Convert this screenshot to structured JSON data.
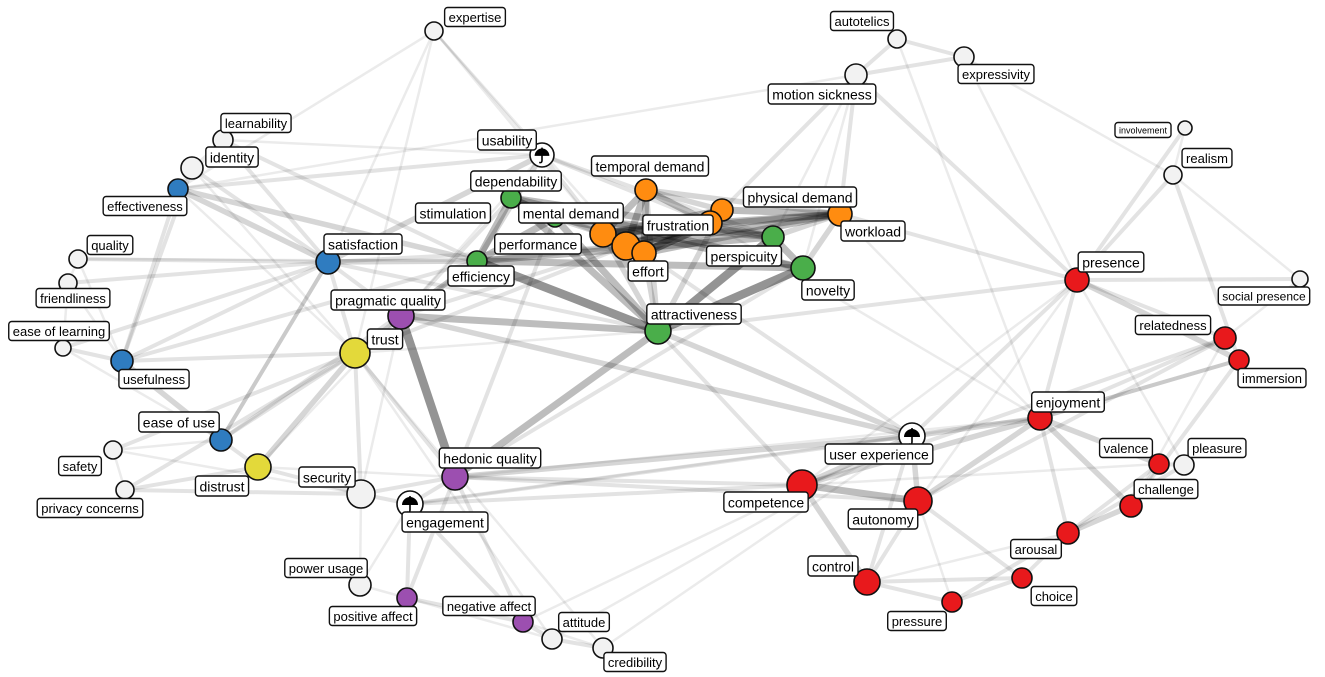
{
  "colors": {
    "background": "#ffffff",
    "edge": "#000000",
    "white": "#f2f2f2",
    "blue": "#2f7cc0",
    "green": "#4aae4a",
    "orange": "#ff8c10",
    "purple": "#9c4fb0",
    "yellow": "#e3d93a",
    "red": "#e8191c"
  },
  "icons": {
    "umbrella": "umbrella-icon"
  },
  "nodes": [
    {
      "id": "expertise",
      "label": "expertise",
      "color": "white"
    },
    {
      "id": "autotelics",
      "label": "autotelics",
      "color": "white"
    },
    {
      "id": "expressivity",
      "label": "expressivity",
      "color": "white"
    },
    {
      "id": "motion-sickness",
      "label": "motion sickness",
      "color": "white"
    },
    {
      "id": "involvement",
      "label": "involvement",
      "color": "white"
    },
    {
      "id": "realism",
      "label": "realism",
      "color": "white"
    },
    {
      "id": "learnability",
      "label": "learnability",
      "color": "white"
    },
    {
      "id": "identity",
      "label": "identity",
      "color": "white"
    },
    {
      "id": "effectiveness",
      "label": "effectiveness",
      "color": "blue"
    },
    {
      "id": "usability",
      "label": "usability",
      "color": "white",
      "icon": "umbrella"
    },
    {
      "id": "temporal-demand",
      "label": "temporal demand",
      "color": "orange"
    },
    {
      "id": "dependability",
      "label": "dependability",
      "color": "green"
    },
    {
      "id": "physical-demand",
      "label": "physical demand",
      "color": "orange"
    },
    {
      "id": "stimulation",
      "label": "stimulation",
      "color": "green"
    },
    {
      "id": "mental-demand",
      "label": "mental demand",
      "color": "orange"
    },
    {
      "id": "frustration",
      "label": "frustration",
      "color": "orange"
    },
    {
      "id": "workload",
      "label": "workload",
      "color": "orange"
    },
    {
      "id": "quality",
      "label": "quality",
      "color": "white"
    },
    {
      "id": "satisfaction",
      "label": "satisfaction",
      "color": "blue"
    },
    {
      "id": "performance",
      "label": "performance",
      "color": "orange"
    },
    {
      "id": "perspicuity",
      "label": "perspicuity",
      "color": "green"
    },
    {
      "id": "friendliness",
      "label": "friendliness",
      "color": "white"
    },
    {
      "id": "efficiency",
      "label": "efficiency",
      "color": "green"
    },
    {
      "id": "effort",
      "label": "effort",
      "color": "orange"
    },
    {
      "id": "novelty",
      "label": "novelty",
      "color": "green"
    },
    {
      "id": "presence",
      "label": "presence",
      "color": "red"
    },
    {
      "id": "social-presence",
      "label": "social presence",
      "color": "white"
    },
    {
      "id": "pragmatic-quality",
      "label": "pragmatic quality",
      "color": "purple"
    },
    {
      "id": "attractiveness",
      "label": "attractiveness",
      "color": "green"
    },
    {
      "id": "ease-of-learning",
      "label": "ease of learning",
      "color": "white"
    },
    {
      "id": "trust",
      "label": "trust",
      "color": "yellow"
    },
    {
      "id": "relatedness",
      "label": "relatedness",
      "color": "red"
    },
    {
      "id": "immersion",
      "label": "immersion",
      "color": "red"
    },
    {
      "id": "usefulness",
      "label": "usefulness",
      "color": "blue"
    },
    {
      "id": "enjoyment",
      "label": "enjoyment",
      "color": "red"
    },
    {
      "id": "ease-of-use",
      "label": "ease of use",
      "color": "blue"
    },
    {
      "id": "user-experience",
      "label": "user experience",
      "color": "white",
      "icon": "umbrella"
    },
    {
      "id": "valence",
      "label": "valence",
      "color": "red"
    },
    {
      "id": "pleasure",
      "label": "pleasure",
      "color": "white"
    },
    {
      "id": "safety",
      "label": "safety",
      "color": "white"
    },
    {
      "id": "hedonic-quality",
      "label": "hedonic quality",
      "color": "purple"
    },
    {
      "id": "distrust",
      "label": "distrust",
      "color": "yellow"
    },
    {
      "id": "security",
      "label": "security",
      "color": "white"
    },
    {
      "id": "challenge",
      "label": "challenge",
      "color": "red"
    },
    {
      "id": "privacy-concerns",
      "label": "privacy concerns",
      "color": "white"
    },
    {
      "id": "competence",
      "label": "competence",
      "color": "red"
    },
    {
      "id": "engagement",
      "label": "engagement",
      "color": "white",
      "icon": "umbrella"
    },
    {
      "id": "autonomy",
      "label": "autonomy",
      "color": "red"
    },
    {
      "id": "arousal",
      "label": "arousal",
      "color": "red"
    },
    {
      "id": "control",
      "label": "control",
      "color": "red"
    },
    {
      "id": "power-usage",
      "label": "power usage",
      "color": "white"
    },
    {
      "id": "choice",
      "label": "choice",
      "color": "red"
    },
    {
      "id": "negative-affect",
      "label": "negative affect",
      "color": "purple"
    },
    {
      "id": "positive-affect",
      "label": "positive affect",
      "color": "purple"
    },
    {
      "id": "attitude",
      "label": "attitude",
      "color": "white"
    },
    {
      "id": "pressure",
      "label": "pressure",
      "color": "red"
    },
    {
      "id": "credibility",
      "label": "credibility",
      "color": "white"
    }
  ],
  "edges": [
    [
      "performance",
      "mental-demand",
      5
    ],
    [
      "performance",
      "frustration",
      5
    ],
    [
      "performance",
      "effort",
      5
    ],
    [
      "performance",
      "temporal-demand",
      4
    ],
    [
      "performance",
      "physical-demand",
      4
    ],
    [
      "performance",
      "workload",
      4
    ],
    [
      "mental-demand",
      "frustration",
      5
    ],
    [
      "mental-demand",
      "effort",
      5
    ],
    [
      "mental-demand",
      "temporal-demand",
      4
    ],
    [
      "mental-demand",
      "physical-demand",
      4
    ],
    [
      "mental-demand",
      "workload",
      4
    ],
    [
      "frustration",
      "effort",
      5
    ],
    [
      "frustration",
      "temporal-demand",
      4
    ],
    [
      "frustration",
      "physical-demand",
      4
    ],
    [
      "frustration",
      "workload",
      4
    ],
    [
      "effort",
      "temporal-demand",
      4
    ],
    [
      "effort",
      "physical-demand",
      4
    ],
    [
      "effort",
      "workload",
      4
    ],
    [
      "temporal-demand",
      "physical-demand",
      3
    ],
    [
      "physical-demand",
      "workload",
      4
    ],
    [
      "temporal-demand",
      "workload",
      3
    ],
    [
      "dependability",
      "stimulation",
      4
    ],
    [
      "dependability",
      "efficiency",
      4
    ],
    [
      "dependability",
      "perspicuity",
      4
    ],
    [
      "dependability",
      "novelty",
      4
    ],
    [
      "dependability",
      "attractiveness",
      4
    ],
    [
      "stimulation",
      "efficiency",
      4
    ],
    [
      "stimulation",
      "perspicuity",
      4
    ],
    [
      "stimulation",
      "novelty",
      4
    ],
    [
      "stimulation",
      "attractiveness",
      4
    ],
    [
      "efficiency",
      "perspicuity",
      4
    ],
    [
      "efficiency",
      "novelty",
      4
    ],
    [
      "efficiency",
      "attractiveness",
      5
    ],
    [
      "perspicuity",
      "novelty",
      4
    ],
    [
      "perspicuity",
      "attractiveness",
      5
    ],
    [
      "novelty",
      "attractiveness",
      5
    ],
    [
      "pragmatic-quality",
      "hedonic-quality",
      5
    ],
    [
      "pragmatic-quality",
      "attractiveness",
      4
    ],
    [
      "hedonic-quality",
      "attractiveness",
      4
    ],
    [
      "mental-demand",
      "dependability",
      3
    ],
    [
      "mental-demand",
      "stimulation",
      3
    ],
    [
      "frustration",
      "perspicuity",
      3
    ],
    [
      "effort",
      "attractiveness",
      3
    ],
    [
      "performance",
      "efficiency",
      3
    ],
    [
      "workload",
      "novelty",
      3
    ],
    [
      "workload",
      "perspicuity",
      3
    ],
    [
      "usability",
      "satisfaction",
      3
    ],
    [
      "usability",
      "effectiveness",
      2
    ],
    [
      "usability",
      "efficiency",
      3
    ],
    [
      "usability",
      "mental-demand",
      2
    ],
    [
      "satisfaction",
      "effectiveness",
      3
    ],
    [
      "satisfaction",
      "efficiency",
      3
    ],
    [
      "satisfaction",
      "usefulness",
      2
    ],
    [
      "satisfaction",
      "ease-of-use",
      2
    ],
    [
      "satisfaction",
      "trust",
      2
    ],
    [
      "satisfaction",
      "pragmatic-quality",
      2
    ],
    [
      "effectiveness",
      "efficiency",
      3
    ],
    [
      "usefulness",
      "ease-of-use",
      3
    ],
    [
      "usefulness",
      "trust",
      2
    ],
    [
      "ease-of-use",
      "trust",
      2
    ],
    [
      "ease-of-use",
      "distrust",
      2
    ],
    [
      "trust",
      "distrust",
      3
    ],
    [
      "trust",
      "security",
      2
    ],
    [
      "trust",
      "privacy-concerns",
      2
    ],
    [
      "trust",
      "pragmatic-quality",
      2
    ],
    [
      "trust",
      "hedonic-quality",
      2
    ],
    [
      "security",
      "privacy-concerns",
      2
    ],
    [
      "security",
      "distrust",
      2
    ],
    [
      "security",
      "engagement",
      2
    ],
    [
      "engagement",
      "hedonic-quality",
      2
    ],
    [
      "engagement",
      "positive-affect",
      2
    ],
    [
      "engagement",
      "negative-affect",
      2
    ],
    [
      "hedonic-quality",
      "user-experience",
      3
    ],
    [
      "pragmatic-quality",
      "user-experience",
      3
    ],
    [
      "attractiveness",
      "user-experience",
      3
    ],
    [
      "user-experience",
      "competence",
      3
    ],
    [
      "user-experience",
      "autonomy",
      3
    ],
    [
      "user-experience",
      "enjoyment",
      3
    ],
    [
      "user-experience",
      "presence",
      2
    ],
    [
      "competence",
      "autonomy",
      4
    ],
    [
      "competence",
      "control",
      3
    ],
    [
      "competence",
      "enjoyment",
      3
    ],
    [
      "competence",
      "relatedness",
      2
    ],
    [
      "autonomy",
      "relatedness",
      2
    ],
    [
      "autonomy",
      "enjoyment",
      3
    ],
    [
      "autonomy",
      "control",
      2
    ],
    [
      "enjoyment",
      "challenge",
      3
    ],
    [
      "enjoyment",
      "valence",
      3
    ],
    [
      "enjoyment",
      "arousal",
      2
    ],
    [
      "enjoyment",
      "immersion",
      2
    ],
    [
      "enjoyment",
      "presence",
      2
    ],
    [
      "presence",
      "immersion",
      3
    ],
    [
      "presence",
      "relatedness",
      2
    ],
    [
      "presence",
      "realism",
      2
    ],
    [
      "presence",
      "involvement",
      2
    ],
    [
      "presence",
      "social-presence",
      2
    ],
    [
      "immersion",
      "realism",
      2
    ],
    [
      "immersion",
      "challenge",
      2
    ],
    [
      "challenge",
      "arousal",
      3
    ],
    [
      "challenge",
      "valence",
      2
    ],
    [
      "valence",
      "arousal",
      2
    ],
    [
      "valence",
      "pleasure",
      2
    ],
    [
      "arousal",
      "choice",
      2
    ],
    [
      "arousal",
      "pressure",
      2
    ],
    [
      "control",
      "pressure",
      2
    ],
    [
      "control",
      "choice",
      2
    ],
    [
      "pressure",
      "choice",
      2
    ],
    [
      "choice",
      "autonomy",
      2
    ],
    [
      "motion-sickness",
      "presence",
      2
    ],
    [
      "motion-sickness",
      "physical-demand",
      2
    ],
    [
      "motion-sickness",
      "autotelics",
      2
    ],
    [
      "motion-sickness",
      "expressivity",
      2
    ],
    [
      "motion-sickness",
      "effectiveness",
      1
    ],
    [
      "motion-sickness",
      "perspicuity",
      1
    ],
    [
      "expressivity",
      "autotelics",
      2
    ],
    [
      "expressivity",
      "presence",
      1
    ],
    [
      "autotelics",
      "enjoyment",
      1
    ],
    [
      "expertise",
      "usability",
      1
    ],
    [
      "expertise",
      "mental-demand",
      1
    ],
    [
      "expertise",
      "effectiveness",
      1
    ],
    [
      "expertise",
      "performance",
      1
    ],
    [
      "expertise",
      "trust",
      1
    ],
    [
      "learnability",
      "satisfaction",
      2
    ],
    [
      "learnability",
      "efficiency",
      2
    ],
    [
      "learnability",
      "usability",
      1
    ],
    [
      "identity",
      "satisfaction",
      2
    ],
    [
      "identity",
      "usefulness",
      2
    ],
    [
      "identity",
      "trust",
      1
    ],
    [
      "quality",
      "satisfaction",
      2
    ],
    [
      "quality",
      "efficiency",
      1
    ],
    [
      "friendliness",
      "satisfaction",
      2
    ],
    [
      "friendliness",
      "usefulness",
      1
    ],
    [
      "ease-of-learning",
      "satisfaction",
      2
    ],
    [
      "ease-of-learning",
      "usefulness",
      2
    ],
    [
      "ease-of-learning",
      "ease-of-use",
      1
    ],
    [
      "safety",
      "trust",
      2
    ],
    [
      "safety",
      "ease-of-use",
      1
    ],
    [
      "safety",
      "security",
      1
    ],
    [
      "privacy-concerns",
      "distrust",
      2
    ],
    [
      "power-usage",
      "security",
      1
    ],
    [
      "power-usage",
      "positive-affect",
      1
    ],
    [
      "positive-affect",
      "negative-affect",
      2
    ],
    [
      "positive-affect",
      "hedonic-quality",
      2
    ],
    [
      "negative-affect",
      "attitude",
      2
    ],
    [
      "negative-affect",
      "hedonic-quality",
      2
    ],
    [
      "attitude",
      "credibility",
      2
    ],
    [
      "attitude",
      "trust",
      1
    ],
    [
      "credibility",
      "trust",
      1
    ],
    [
      "credibility",
      "user-experience",
      1
    ],
    [
      "attitude",
      "user-experience",
      1
    ],
    [
      "negative-affect",
      "user-experience",
      1
    ],
    [
      "pleasure",
      "arousal",
      2
    ],
    [
      "pleasure",
      "presence",
      1
    ],
    [
      "social-presence",
      "relatedness",
      1
    ],
    [
      "realism",
      "involvement",
      1
    ],
    [
      "performance",
      "satisfaction",
      2
    ],
    [
      "efficiency",
      "pragmatic-quality",
      3
    ],
    [
      "performance",
      "pragmatic-quality",
      2
    ],
    [
      "attractiveness",
      "competence",
      2
    ],
    [
      "attractiveness",
      "presence",
      2
    ],
    [
      "workload",
      "presence",
      2
    ],
    [
      "workload",
      "enjoyment",
      1
    ],
    [
      "effort",
      "user-experience",
      2
    ],
    [
      "frustration",
      "enjoyment",
      1
    ],
    [
      "performance",
      "trust",
      2
    ],
    [
      "stimulation",
      "hedonic-quality",
      2
    ],
    [
      "novelty",
      "hedonic-quality",
      2
    ],
    [
      "dependability",
      "pragmatic-quality",
      2
    ],
    [
      "engagement",
      "competence",
      2
    ],
    [
      "engagement",
      "user-experience",
      2
    ],
    [
      "engagement",
      "enjoyment",
      1
    ],
    [
      "security",
      "hedonic-quality",
      2
    ],
    [
      "distrust",
      "hedonic-quality",
      1
    ],
    [
      "hedonic-quality",
      "competence",
      2
    ],
    [
      "control",
      "user-experience",
      2
    ],
    [
      "usefulness",
      "efficiency",
      2
    ],
    [
      "ease-of-use",
      "efficiency",
      2
    ],
    [
      "ease-of-use",
      "satisfaction",
      2
    ],
    [
      "effectiveness",
      "usefulness",
      2
    ],
    [
      "quality",
      "usefulness",
      1
    ],
    [
      "identity",
      "effectiveness",
      1
    ],
    [
      "learnability",
      "effectiveness",
      1
    ],
    [
      "expertise",
      "satisfaction",
      1
    ],
    [
      "presence",
      "competence",
      1
    ],
    [
      "presence",
      "autonomy",
      1
    ],
    [
      "immersion",
      "enjoyment",
      2
    ],
    [
      "relatedness",
      "enjoyment",
      2
    ],
    [
      "relatedness",
      "challenge",
      1
    ],
    [
      "realism",
      "social-presence",
      1
    ],
    [
      "motion-sickness",
      "workload",
      2
    ],
    [
      "motion-sickness",
      "novelty",
      1
    ],
    [
      "expressivity",
      "realism",
      1
    ],
    [
      "usability",
      "perspicuity",
      2
    ],
    [
      "usability",
      "frustration",
      2
    ],
    [
      "usability",
      "pragmatic-quality",
      1
    ],
    [
      "satisfaction",
      "attractiveness",
      2
    ],
    [
      "trust",
      "attractiveness",
      1
    ],
    [
      "trust",
      "efficiency",
      2
    ],
    [
      "mental-demand",
      "attractiveness",
      3
    ],
    [
      "temporal-demand",
      "attractiveness",
      3
    ],
    [
      "physical-demand",
      "attractiveness",
      3
    ],
    [
      "pragmatic-quality",
      "distrust",
      1
    ],
    [
      "pragmatic-quality",
      "security",
      1
    ],
    [
      "hedonic-quality",
      "autonomy",
      2
    ],
    [
      "hedonic-quality",
      "enjoyment",
      1
    ],
    [
      "competence",
      "valence",
      1
    ],
    [
      "autonomy",
      "pressure",
      1
    ],
    [
      "control",
      "arousal",
      1
    ],
    [
      "attitude",
      "positive-affect",
      1
    ],
    [
      "credibility",
      "negative-affect",
      1
    ],
    [
      "power-usage",
      "engagement",
      1
    ],
    [
      "safety",
      "privacy-concerns",
      1
    ],
    [
      "friendliness",
      "ease-of-learning",
      1
    ],
    [
      "quality",
      "friendliness",
      1
    ],
    [
      "identity",
      "learnability",
      1
    ],
    [
      "effectiveness",
      "trust",
      1
    ]
  ]
}
